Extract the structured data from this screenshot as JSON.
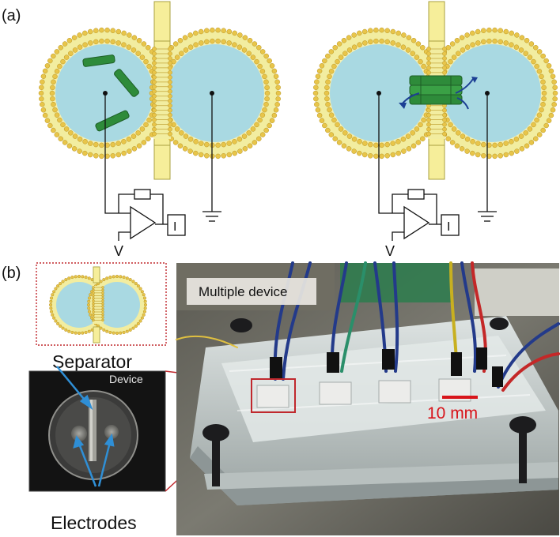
{
  "panel_a": {
    "label": "(a)",
    "left_voltage_label": "V",
    "left_current_label": "I",
    "right_voltage_label": "V",
    "right_current_label": "I"
  },
  "panel_b": {
    "label": "(b)",
    "separator_label": "Separator",
    "device_label": "Device",
    "electrodes_label": "Electrodes",
    "multiple_device_label": "Multiple device",
    "scale_bar_label": "10 mm"
  },
  "colors": {
    "droplet_fill": "#a9d9e2",
    "lipid_band": "#f2eda0",
    "lipid_head": "#e8c54a",
    "separator": "#f6ee9a",
    "channel": "#2e8b3a",
    "arrow_blue": "#2a80c8",
    "scale_red": "#d8141a",
    "callout_red": "#d0353a"
  },
  "icons": [
    "lipid-bilayer",
    "protein-channel",
    "amplifier",
    "ground-symbol",
    "resistor"
  ]
}
